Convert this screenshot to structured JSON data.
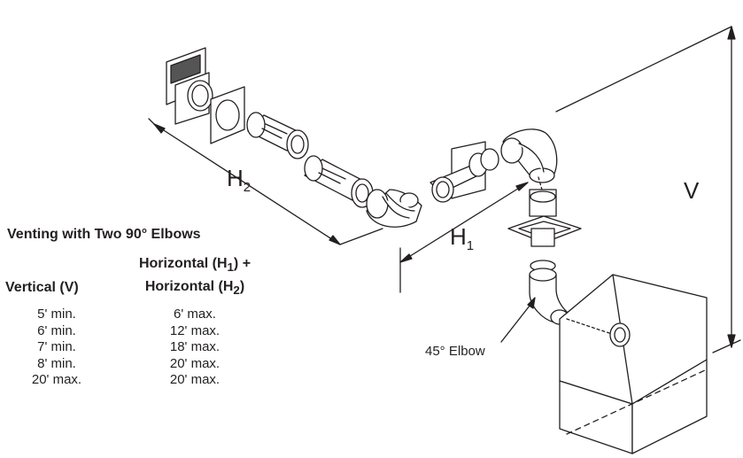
{
  "table": {
    "title": "Venting with Two 90° Elbows",
    "vertical_header": "Vertical (V)",
    "horizontal_header_line1": "Horizontal (H",
    "horizontal_header_sub1": "1",
    "horizontal_header_mid": ") +",
    "horizontal_header_line2": "Horizontal (H",
    "horizontal_header_sub2": "2",
    "horizontal_header_end": ")",
    "rows": [
      {
        "vertical": "5' min.",
        "horizontal": "6' max."
      },
      {
        "vertical": "6' min.",
        "horizontal": "12' max."
      },
      {
        "vertical": "7' min.",
        "horizontal": "18' max."
      },
      {
        "vertical": "8' min.",
        "horizontal": "20' max."
      },
      {
        "vertical": "20' max.",
        "horizontal": "20' max."
      }
    ]
  },
  "labels": {
    "h2_letter": "H",
    "h2_sub": "2",
    "h1_letter": "H",
    "h1_sub": "1",
    "v_letter": "V",
    "elbow_45": "45° Elbow"
  }
}
